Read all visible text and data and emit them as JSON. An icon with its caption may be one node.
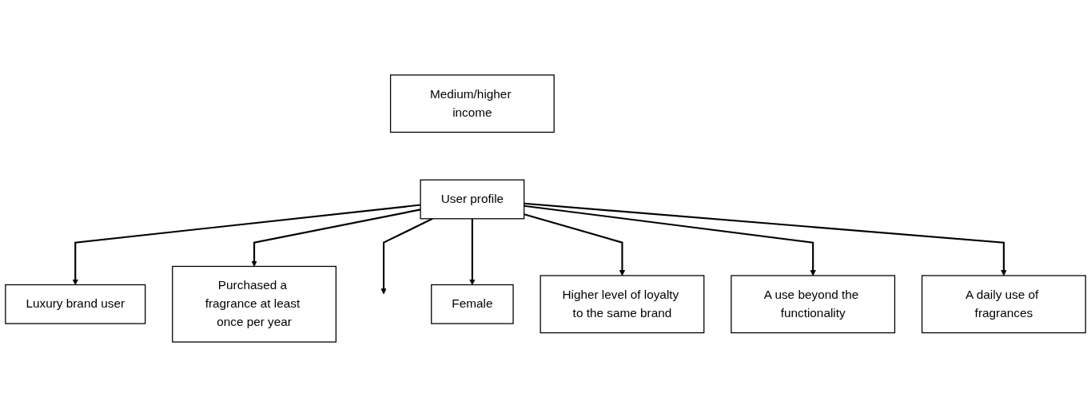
{
  "diagram": {
    "nodes": [
      {
        "text": [
          "Medium/higher income"
        ]
      },
      {
        "text": [
          "Luxury brand user"
        ]
      },
      {
        "text": [
          "Purchased a fragrance at least once per year"
        ]
      },
      {
        "text": [
          "Female"
        ]
      },
      {
        "text": [
          "User profile"
        ]
      },
      {
        "text": [
          "Higher level of loyalty to the same brand"
        ]
      },
      {
        "text": [
          "A use beyond the functionality"
        ]
      },
      {
        "text": [
          "A daily use of fragrances"
        ]
      }
    ],
    "edges": [
      {
        "from": 4,
        "to": 1,
        "arrow": "to"
      },
      {
        "from": 4,
        "to": 2,
        "arrow": "to"
      },
      {
        "from": 4,
        "to": null,
        "arrow": "to"
      },
      {
        "from": 4,
        "to": 3,
        "arrow": "to"
      },
      {
        "from": 4,
        "to": 5,
        "arrow": "to"
      },
      {
        "from": 4,
        "to": 6,
        "arrow": "to"
      },
      {
        "from": 4,
        "to": 7,
        "arrow": "to"
      }
    ]
  }
}
